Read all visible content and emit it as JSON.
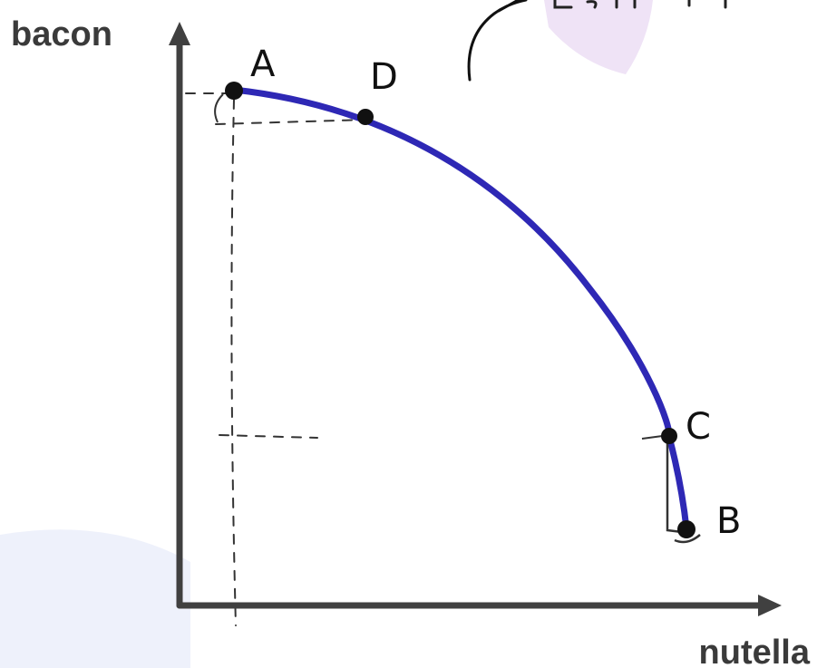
{
  "axes": {
    "y_label": "bacon",
    "x_label": "nutella"
  },
  "points": {
    "A": "A",
    "B": "B",
    "C": "C",
    "D": "D"
  },
  "colors": {
    "curve": "#2e28b5",
    "axis": "#404040",
    "point": "#111111",
    "deco_lavender": "#efe3f6",
    "deco_blue": "#eef1fb"
  }
}
